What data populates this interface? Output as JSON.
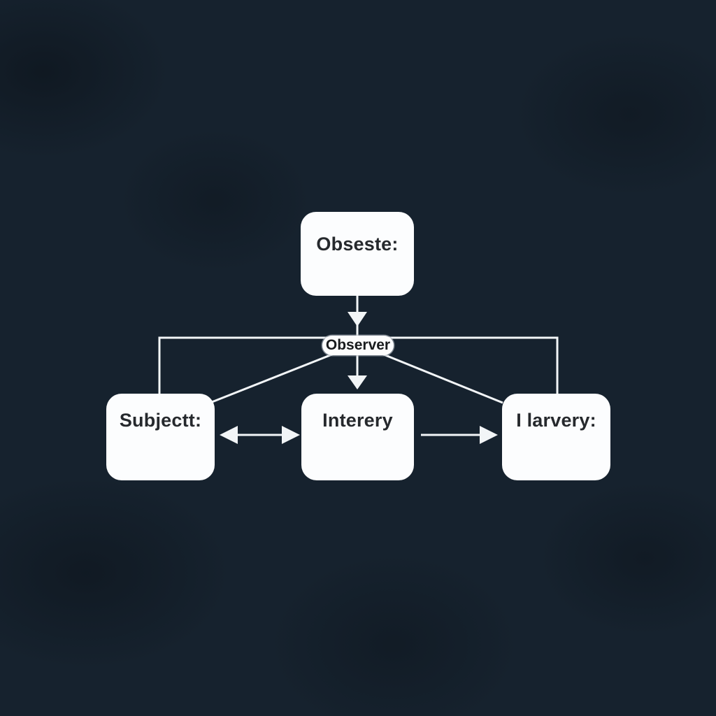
{
  "diagram": {
    "type": "flowchart",
    "nodes": {
      "top": {
        "label": "Obseste:",
        "shape": "rounded-rect"
      },
      "observer": {
        "label": "Observer",
        "shape": "pill"
      },
      "left": {
        "label": "Subjectt:",
        "shape": "rounded-rect"
      },
      "middle": {
        "label": "Interery",
        "shape": "rounded-rect"
      },
      "right": {
        "label": "I larvery:",
        "shape": "rounded-rect"
      }
    },
    "connections": [
      {
        "from": "top",
        "to": "observer",
        "type": "arrow-down"
      },
      {
        "from": "observer",
        "to": "left",
        "type": "bracket-line"
      },
      {
        "from": "observer",
        "to": "right",
        "type": "bracket-line"
      },
      {
        "from": "observer",
        "to": "left",
        "type": "diagonal-line"
      },
      {
        "from": "observer",
        "to": "right",
        "type": "diagonal-line"
      },
      {
        "from": "observer",
        "to": "middle",
        "type": "arrow-down"
      },
      {
        "from": "left",
        "to": "middle",
        "type": "double-arrow"
      },
      {
        "from": "middle",
        "to": "right",
        "type": "arrow-right"
      }
    ],
    "colors": {
      "background": "#16222e",
      "node_fill": "#fcfdfe",
      "node_text": "#26292d",
      "connector": "#f2f5f7"
    }
  }
}
